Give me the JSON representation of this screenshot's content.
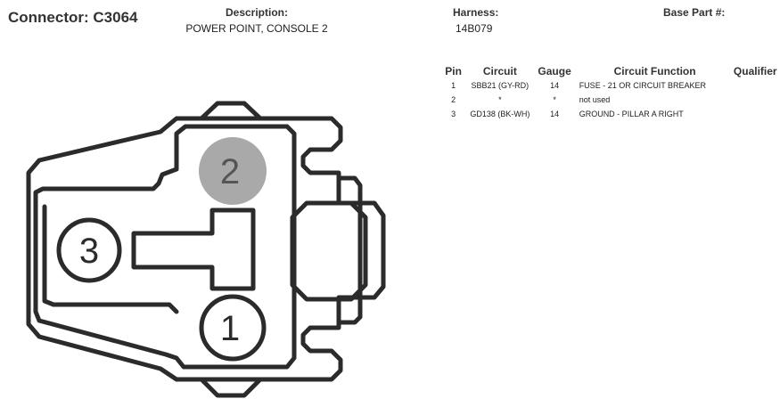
{
  "header": {
    "connector_title": "Connector: C3064",
    "description_label": "Description:",
    "description_value": "POWER POINT, CONSOLE 2",
    "harness_label": "Harness:",
    "harness_value": "14B079",
    "base_part_label": "Base Part #:"
  },
  "pin_table": {
    "columns": [
      "Pin",
      "Circuit",
      "Gauge",
      "Circuit Function",
      "Qualifier"
    ],
    "rows": [
      {
        "pin": "1",
        "circuit": "SBB21 (GY-RD)",
        "gauge": "14",
        "function": "FUSE - 21 OR CIRCUIT BREAKER",
        "qualifier": ""
      },
      {
        "pin": "2",
        "circuit": "*",
        "gauge": "*",
        "function": "not used",
        "qualifier": ""
      },
      {
        "pin": "3",
        "circuit": "GD138 (BK-WH)",
        "gauge": "14",
        "function": "GROUND - PILLAR A RIGHT",
        "qualifier": ""
      }
    ]
  },
  "diagram": {
    "pins": [
      {
        "label": "1",
        "state": "used"
      },
      {
        "label": "2",
        "state": "not used"
      },
      {
        "label": "3",
        "state": "used"
      }
    ],
    "colors": {
      "outline": "#2b2b2b",
      "unused_pin_fill": "#a9a9a9",
      "unused_pin_text": "#555555",
      "used_pin_text": "#2b2b2b"
    }
  }
}
